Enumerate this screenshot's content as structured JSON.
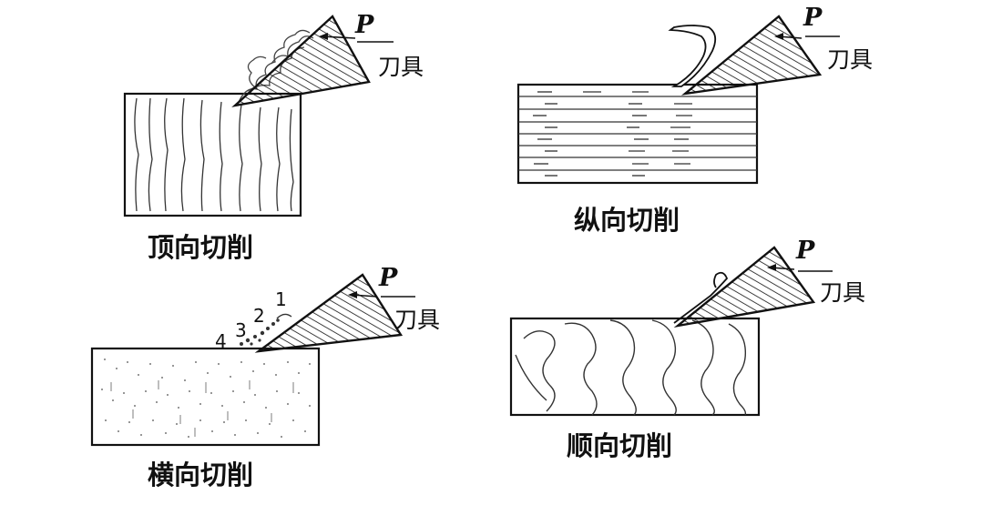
{
  "panels": [
    {
      "id": "top-left",
      "caption": "顶向切削",
      "force_label": "P",
      "tool_label": "刀具"
    },
    {
      "id": "top-right",
      "caption": "纵向切削",
      "force_label": "P",
      "tool_label": "刀具"
    },
    {
      "id": "bottom-left",
      "caption": "横向切削",
      "force_label": "P",
      "tool_label": "刀具",
      "chip_numbers": [
        "1",
        "2",
        "3",
        "4"
      ]
    },
    {
      "id": "bottom-right",
      "caption": "顺向切削",
      "force_label": "P",
      "tool_label": "刀具"
    }
  ]
}
